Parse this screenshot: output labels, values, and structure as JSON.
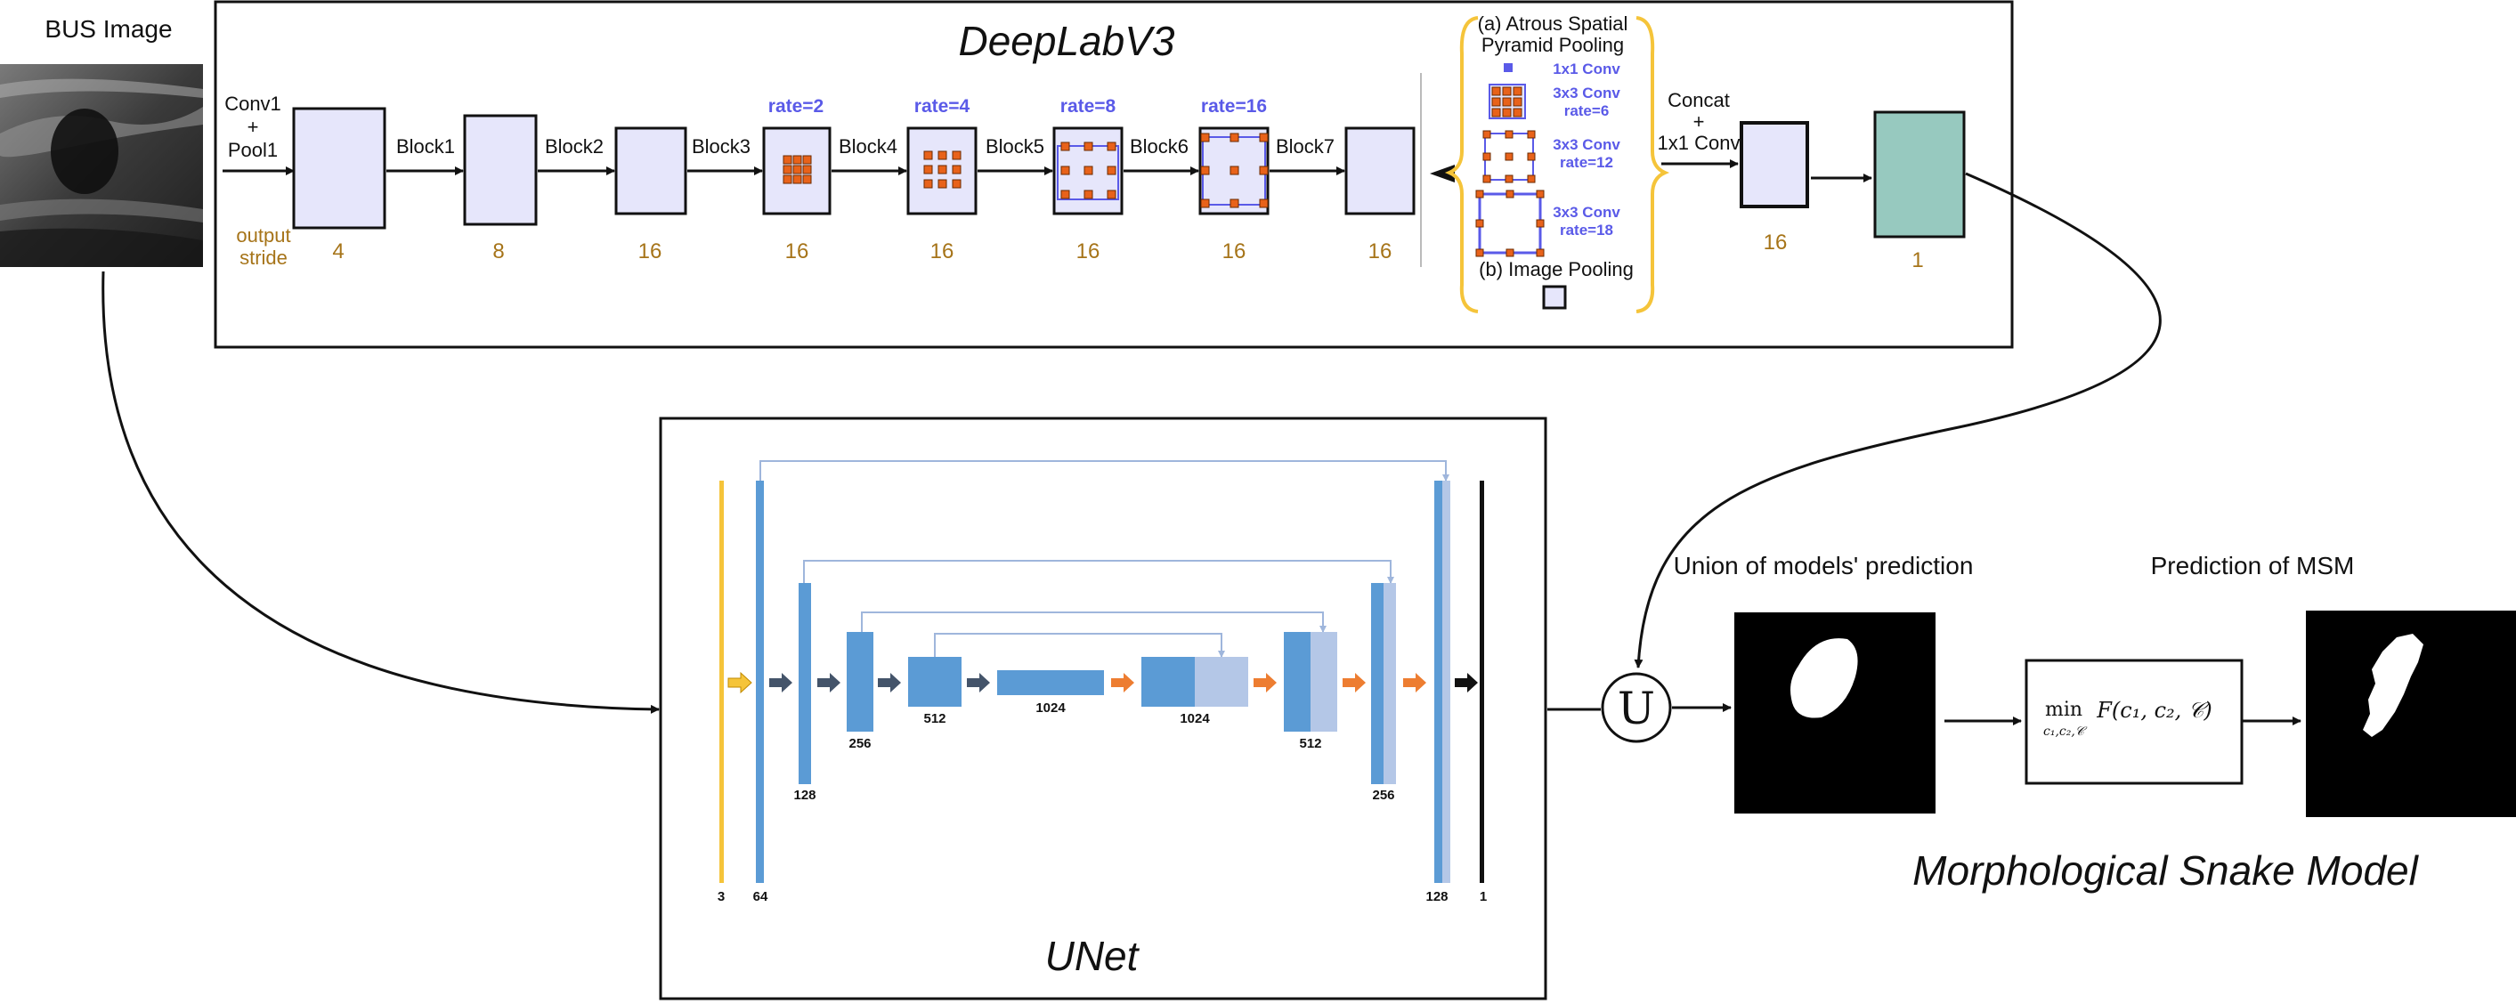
{
  "bus": {
    "label": "BUS Image"
  },
  "deeplab": {
    "title": "DeepLabV3",
    "conv1": [
      "Conv1",
      "+",
      "Pool1"
    ],
    "output_stride": [
      "output",
      "stride"
    ],
    "blocks": [
      "Block1",
      "Block2",
      "Block3",
      "Block4",
      "Block5",
      "Block6",
      "Block7"
    ],
    "strides": [
      "4",
      "8",
      "16",
      "16",
      "16",
      "16",
      "16",
      "16"
    ],
    "rates": [
      "rate=2",
      "rate=4",
      "rate=8",
      "rate=16"
    ],
    "aspp": {
      "title_line1": "(a) Atrous Spatial",
      "title_line2": "Pyramid Pooling",
      "conv1x1": "1x1 Conv",
      "conv_r6": [
        "3x3 Conv",
        "rate=6"
      ],
      "conv_r12": [
        "3x3 Conv",
        "rate=12"
      ],
      "conv_r18": [
        "3x3 Conv",
        "rate=18"
      ],
      "image_pooling": "(b) Image Pooling"
    },
    "concat": [
      "Concat",
      "+",
      "1x1 Conv"
    ],
    "concat_stride": "16",
    "final_stride": "1"
  },
  "unet": {
    "title": "UNet",
    "labels": {
      "in": "3",
      "c64": "64",
      "c128": "128",
      "c256": "256",
      "c512": "512",
      "c1024": "1024",
      "u1024": "1024",
      "u512": "512",
      "u256": "256",
      "u128": "128",
      "out": "1"
    }
  },
  "union": {
    "symbol": "U",
    "label": "Union of models' prediction"
  },
  "msm": {
    "prediction_label": "Prediction of MSM",
    "title": "Morphological Snake Model",
    "formula_min": "min",
    "formula_sub": "c₁,c₂,𝒞",
    "formula_body": "F(c₁, c₂, 𝒞)"
  },
  "colors": {
    "block_fill": "#e6e6fb",
    "final_fill": "#97c9bf",
    "rate_blue": "#5a5ae8",
    "stride_brown": "#a67419",
    "brace_yellow": "#f5c43a",
    "kernel_orange": "#e8621a",
    "unet_blue": "#5b9bd5",
    "unet_light": "#b4c7e7",
    "arrow_orange": "#ed7d31",
    "arrow_dark": "#44546a"
  }
}
